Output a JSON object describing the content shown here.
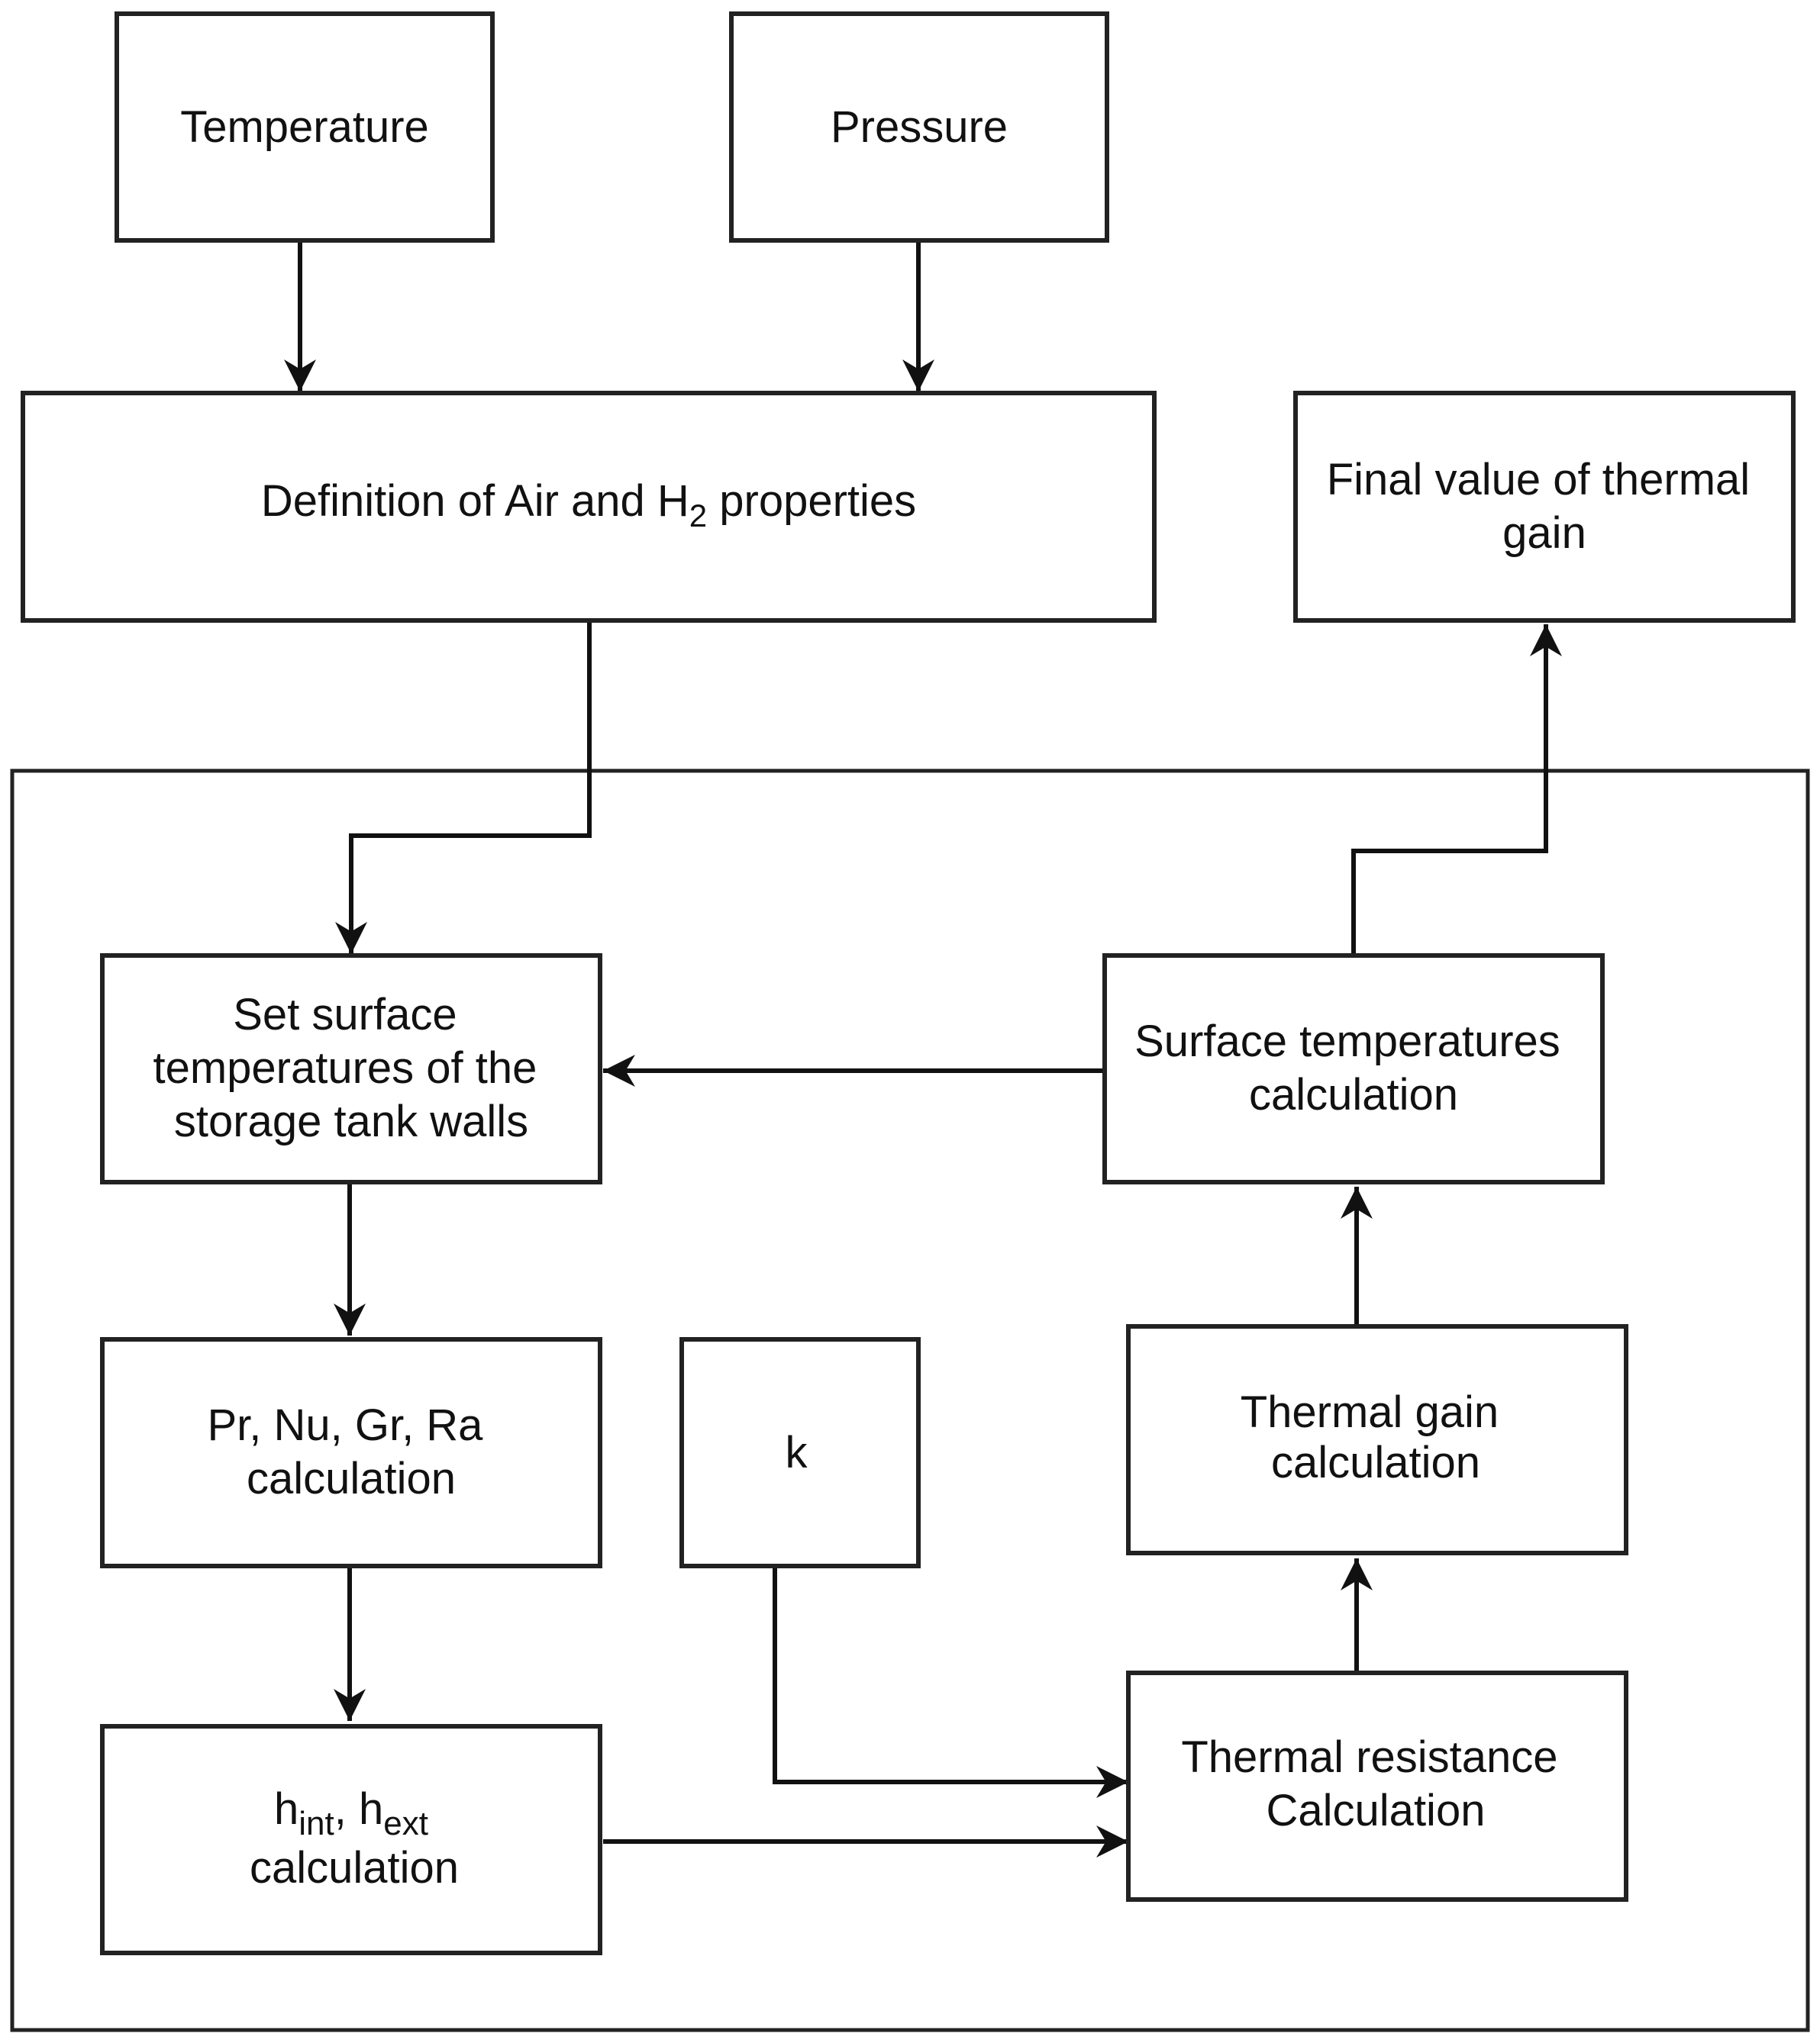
{
  "nodes": {
    "temperature": {
      "line1": "Temperature"
    },
    "pressure": {
      "line1": "Pressure"
    },
    "definition": {
      "before": "Definition of Air and H",
      "sub": "2",
      "after": " properties"
    },
    "final_value": {
      "line1": "Final value of thermal",
      "line2": "gain"
    },
    "set_surface": {
      "line1": "Set surface",
      "line2": "temperatures of the",
      "line3": "storage tank walls"
    },
    "surface_temps": {
      "line1": "Surface temperatures",
      "line2": "calculation"
    },
    "dimensionless": {
      "line1": "Pr, Nu, Gr, Ra",
      "line2": "calculation"
    },
    "k": {
      "line1": "k"
    },
    "thermal_gain": {
      "line1": "Thermal gain",
      "line2": "calculation"
    },
    "h_coeffs": {
      "h1": "h",
      "sub1": "int",
      "sep": ", h",
      "sub2": "ext",
      "line2": "calculation"
    },
    "thermal_resistance": {
      "line1": "Thermal resistance",
      "line2": "Calculation"
    }
  },
  "colors": {
    "stroke": "#222222",
    "background": "#ffffff",
    "text": "#111111"
  }
}
